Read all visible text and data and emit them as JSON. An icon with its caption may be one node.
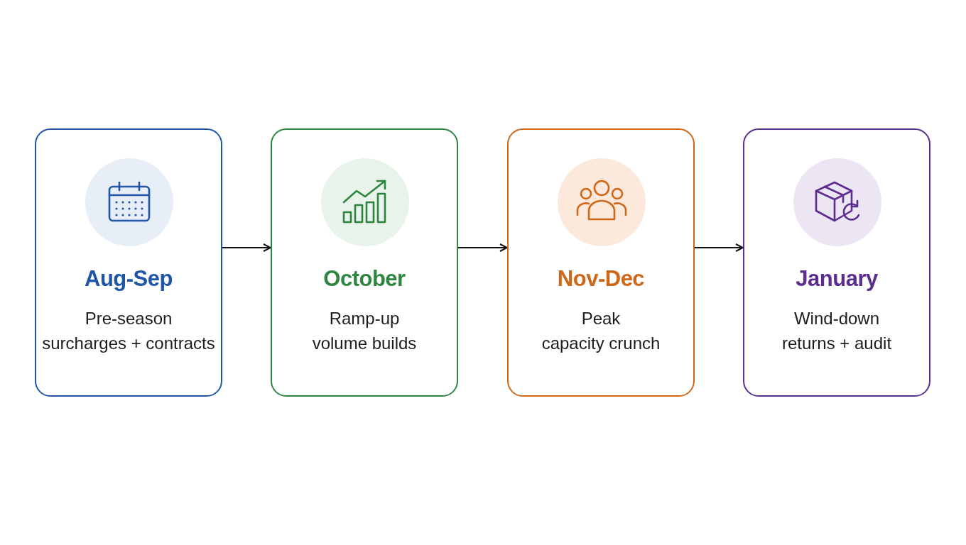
{
  "diagram": {
    "nodes": [
      {
        "text": [
          "Aug-Sep",
          "Pre-season",
          "surcharges + contracts"
        ]
      },
      {
        "text": [
          "October",
          "Ramp-up",
          "volume builds"
        ]
      },
      {
        "text": [
          "Nov-Dec",
          "Peak",
          "capacity crunch"
        ]
      },
      {
        "text": [
          "January",
          "Wind-down",
          "returns + audit"
        ]
      }
    ],
    "edges": [
      {
        "from": 0,
        "to": 1,
        "arrow": "to"
      },
      {
        "from": 1,
        "to": 2,
        "arrow": "to"
      },
      {
        "from": 2,
        "to": 3,
        "arrow": "to"
      }
    ]
  }
}
